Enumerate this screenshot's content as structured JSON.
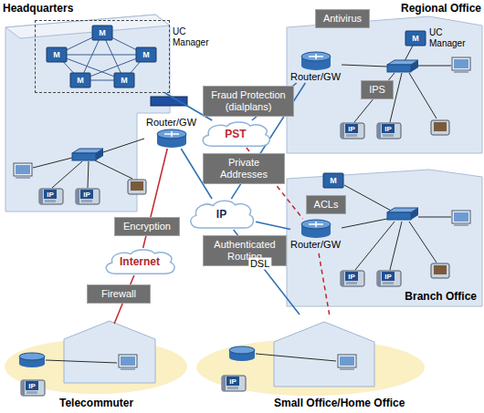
{
  "diagram": {
    "nodes": [
      {
        "text": [
          "Headquarters"
        ]
      },
      {
        "text": [
          "UC Manager"
        ],
        "in": 0
      },
      {
        "text": [
          "Router/GW"
        ],
        "in": 0
      },
      {
        "text": [
          "Regional Office"
        ]
      },
      {
        "text": [
          "Antivirus"
        ],
        "in": 3
      },
      {
        "text": [
          "Router/GW"
        ],
        "in": 3
      },
      {
        "text": [
          "IPS"
        ],
        "in": 3
      },
      {
        "text": [
          "Fraud Protection (dialplans)"
        ]
      },
      {
        "text": [
          "PST"
        ]
      },
      {
        "text": [
          "Private Addresses"
        ]
      },
      {
        "text": [
          "IP"
        ]
      },
      {
        "text": [
          "Authenticated Routing"
        ]
      },
      {
        "text": [
          "Encryption"
        ]
      },
      {
        "text": [
          "Internet"
        ]
      },
      {
        "text": [
          "Firewall"
        ]
      },
      {
        "text": [
          "Branch Office"
        ]
      },
      {
        "text": [
          "ACLs"
        ],
        "in": 15
      },
      {
        "text": [
          "Router/GW"
        ],
        "in": 15
      },
      {
        "text": [
          "Telecommuter"
        ]
      },
      {
        "text": [
          "Small Office/Home Office"
        ]
      }
    ],
    "edges": [
      {
        "from": 1,
        "to": 8,
        "arrow": "none"
      },
      {
        "from": 2,
        "to": 10,
        "arrow": "none"
      },
      {
        "from": 2,
        "to": 13,
        "arrow": "none"
      },
      {
        "from": 13,
        "to": 18,
        "arrow": "none"
      },
      {
        "from": 5,
        "to": 8,
        "arrow": "none"
      },
      {
        "from": 10,
        "to": 5,
        "arrow": "none"
      },
      {
        "from": 10,
        "to": 17,
        "arrow": "none"
      },
      {
        "from": 19,
        "to": 10,
        "arrow": "none",
        "label": "DSL"
      },
      {
        "from": 8,
        "to": 17,
        "arrow": "none"
      },
      {
        "from": 19,
        "to": 17,
        "arrow": "none"
      }
    ],
    "labels": [
      "M",
      "M",
      "M",
      "M",
      "M",
      "UC Manager",
      "M",
      "IP",
      "IP",
      "IP",
      "IP",
      "M",
      "IP",
      "IP",
      "IP",
      "IP"
    ]
  }
}
